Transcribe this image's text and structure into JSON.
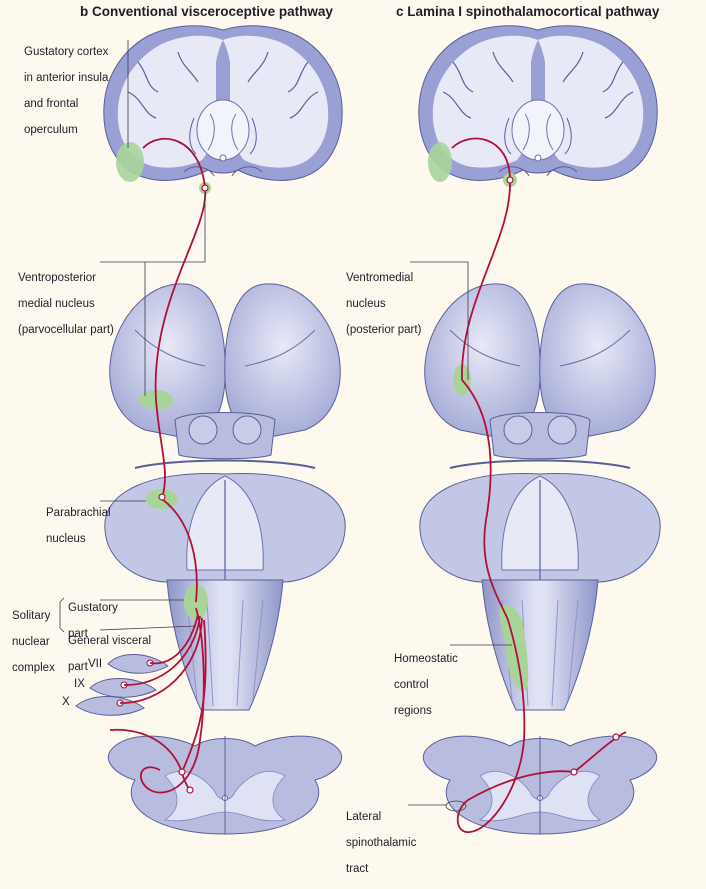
{
  "panels": {
    "b": {
      "letter": "b",
      "title": "Conventional visceroceptive pathway",
      "labels": {
        "gustatory_cortex": [
          "Gustatory cortex",
          "in anterior insula",
          "and frontal",
          "operculum"
        ],
        "vpm": [
          "Ventroposterior",
          "medial nucleus",
          "(parvocellular part)"
        ],
        "parabrachial": [
          "Parabrachial",
          "nucleus"
        ],
        "solitary": [
          "Solitary",
          "nuclear",
          "complex"
        ],
        "gustatory_part": [
          "Gustatory",
          "part"
        ],
        "general_visceral": [
          "General visceral",
          "part"
        ],
        "nerves": [
          "VII",
          "IX",
          "X"
        ]
      }
    },
    "c": {
      "letter": "c",
      "title": "Lamina I spinothalamocortical pathway",
      "labels": {
        "ventromedial": [
          "Ventromedial",
          "nucleus",
          "(posterior part)"
        ],
        "homeostatic": [
          "Homeostatic",
          "control",
          "regions"
        ],
        "spinothalamic": [
          "Lateral",
          "spinothalamic",
          "tract"
        ]
      }
    }
  },
  "colors": {
    "background": "#fdf9ef",
    "tissue": "#b8bde0",
    "tissue_light": "#e6e8f6",
    "tissue_dark": "#7d84bd",
    "pathway": "#b0103a",
    "nucleus": "#a8d49a",
    "ink": "#1f1f2a"
  }
}
